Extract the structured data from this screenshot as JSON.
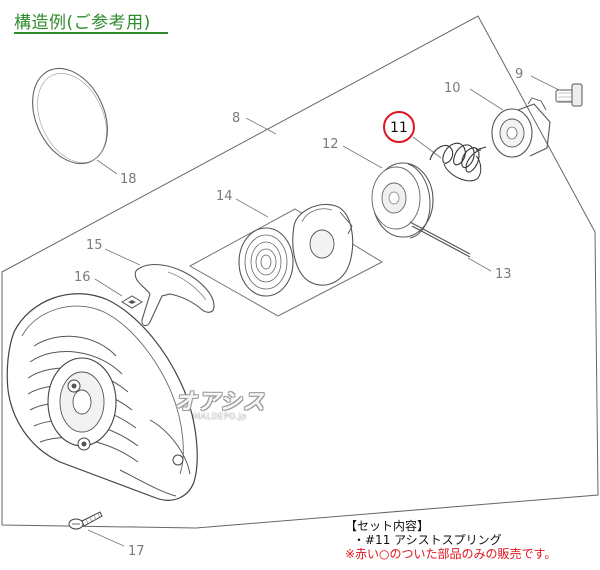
{
  "title": "構造例(ご参考用)",
  "parts": {
    "p8": "8",
    "p9": "9",
    "p10": "10",
    "p11": "11",
    "p12": "12",
    "p13": "13",
    "p14": "14",
    "p15": "15",
    "p16": "16",
    "p17": "17",
    "p18": "18"
  },
  "highlight_color": "#e0141e",
  "watermark": {
    "main": "オアシス",
    "sub": "MALDEPO.jp"
  },
  "set_contents": {
    "heading": "【セット内容】",
    "item": "・#11 アシストスプリング",
    "note": "※赤い○のついた部品のみの販売です。"
  }
}
